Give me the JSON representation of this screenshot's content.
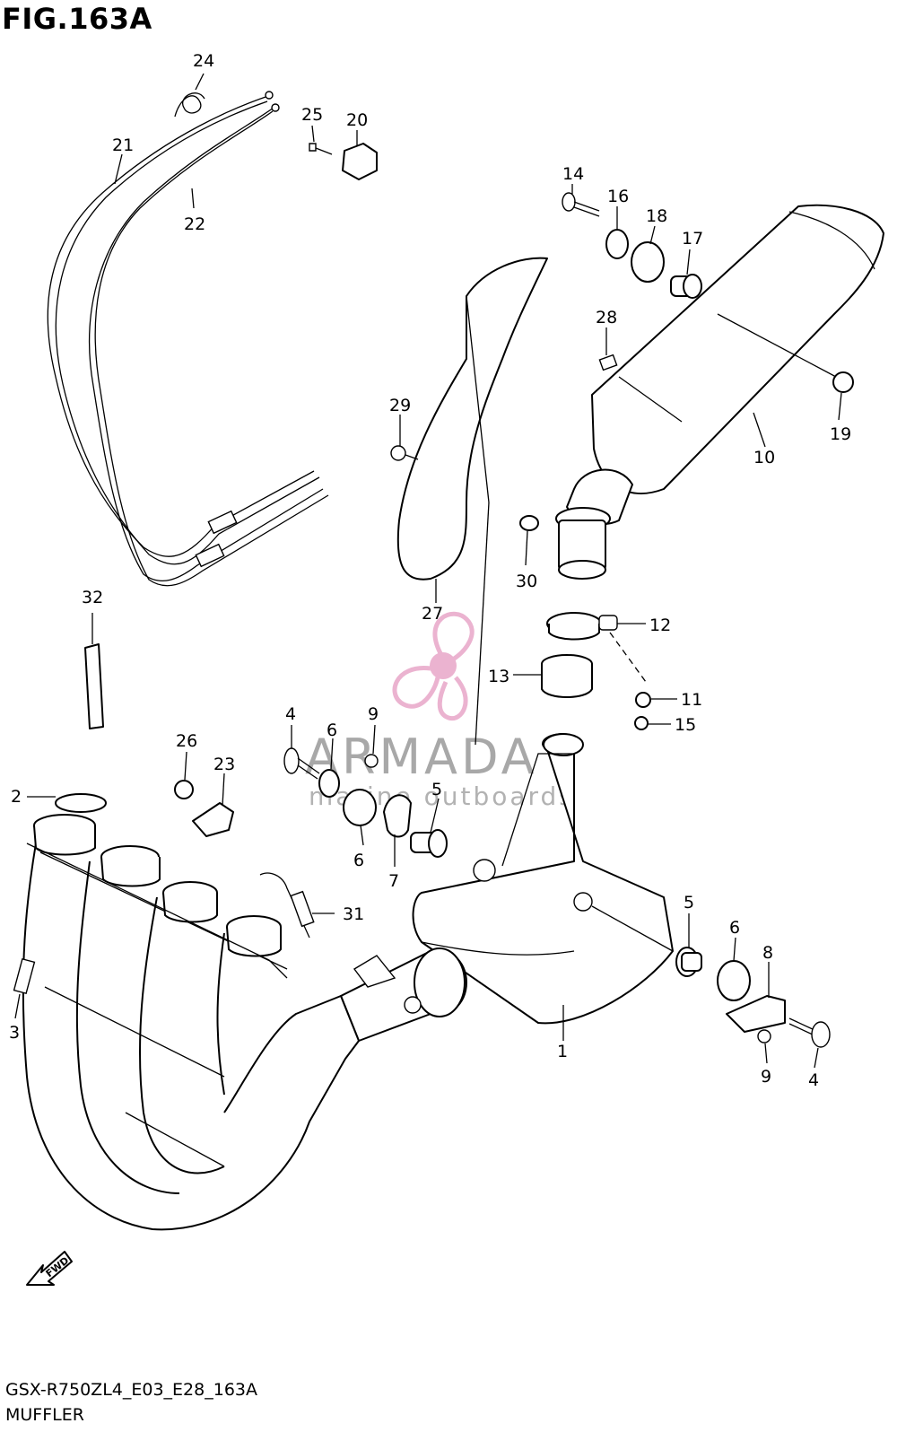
{
  "figure": {
    "title": "FIG.163A",
    "model_code": "GSX-R750ZL4_E03_E28_163A",
    "section_name": "MUFFLER"
  },
  "watermark": {
    "brand": "ARMADA",
    "tagline": "marine outboards",
    "accent_color": "#e8a6c8"
  },
  "fwd_badge": {
    "label": "FWD",
    "icon": "fwd-arrow-icon"
  },
  "callouts": {
    "n1": "1",
    "n2": "2",
    "n3": "3",
    "n4a": "4",
    "n4b": "4",
    "n5a": "5",
    "n5b": "5",
    "n6a": "6",
    "n6b": "6",
    "n6c": "6",
    "n7": "7",
    "n8": "8",
    "n9a": "9",
    "n9b": "9",
    "n10": "10",
    "n11": "11",
    "n12": "12",
    "n13": "13",
    "n14": "14",
    "n15": "15",
    "n16": "16",
    "n17": "17",
    "n18": "18",
    "n19": "19",
    "n20": "20",
    "n21": "21",
    "n22": "22",
    "n23": "23",
    "n24": "24",
    "n25": "25",
    "n26": "26",
    "n27": "27",
    "n28": "28",
    "n29": "29",
    "n30": "30",
    "n31": "31",
    "n32": "32"
  }
}
